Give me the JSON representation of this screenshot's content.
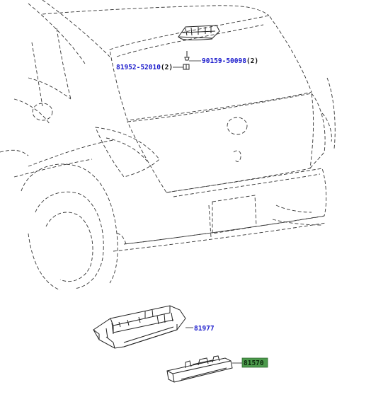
{
  "callouts": {
    "screw": {
      "part": "90159-50098",
      "qty": "(2)"
    },
    "grommet": {
      "part": "81952-52010",
      "qty": "(2)"
    },
    "lens": {
      "part": "81977"
    },
    "lamp": {
      "part": "81570"
    }
  },
  "colors": {
    "part_link": "#1a1acc",
    "highlight": "#4c9a4c",
    "line": "#222222"
  }
}
